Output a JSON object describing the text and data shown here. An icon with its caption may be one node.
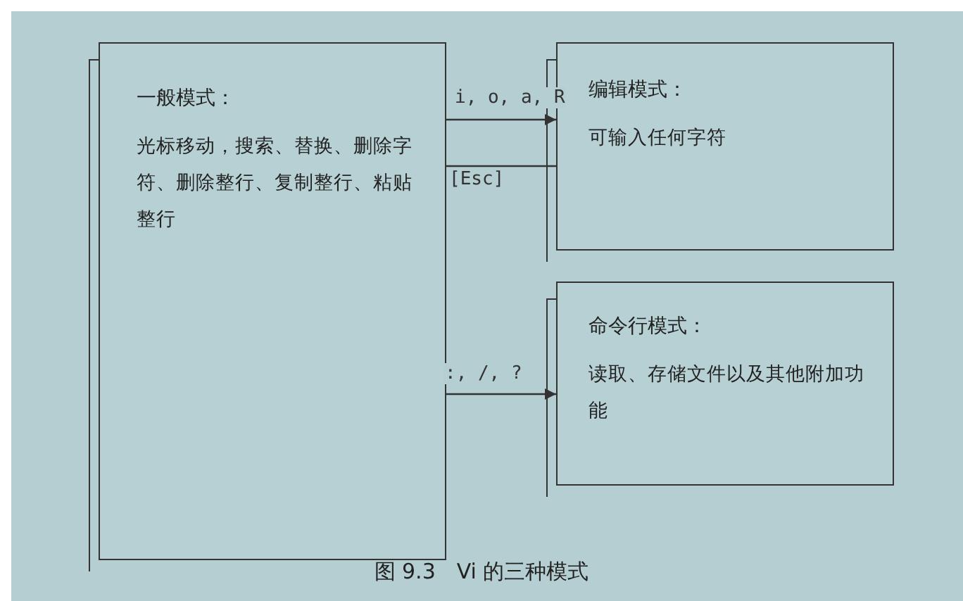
{
  "diagram": {
    "caption": "图 9.3　Vi 的三种模式",
    "nodes": [
      {
        "text": [
          "一般模式：",
          "光标移动，搜索、替换、删除字符、删除整行、复制整行、粘贴整行"
        ]
      },
      {
        "text": [
          "编辑模式：",
          "可输入任何字符"
        ]
      },
      {
        "text": [
          "命令行模式：",
          "读取、存储文件以及其他附加功能"
        ]
      }
    ],
    "edges": [
      {
        "from": 0,
        "to": 1,
        "arrow": "to",
        "label": "i, o, a, R"
      },
      {
        "from": 1,
        "to": 0,
        "arrow": "none",
        "label": "[Esc]"
      },
      {
        "from": 0,
        "to": 2,
        "arrow": "to",
        "label": ":, /, ?"
      }
    ]
  }
}
